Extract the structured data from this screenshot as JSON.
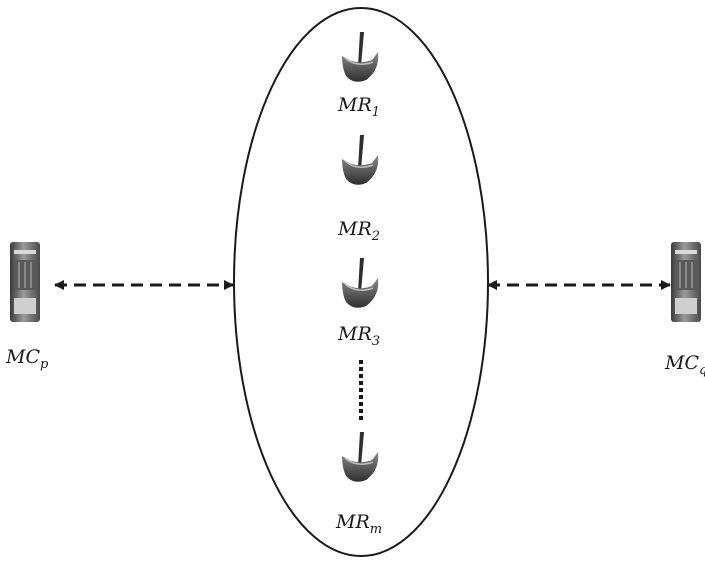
{
  "routers": [
    {
      "base": "MR",
      "sub": "1"
    },
    {
      "base": "MR",
      "sub": "2"
    },
    {
      "base": "MR",
      "sub": "3"
    },
    {
      "base": "MR",
      "sub": "m"
    }
  ],
  "clients": [
    {
      "base": "MC",
      "sub": "p"
    },
    {
      "base": "MC",
      "sub": "q"
    }
  ],
  "colors": {
    "ink": "#1a1a1a",
    "device_body": "#6a6a6a",
    "device_dark": "#2e2e2e",
    "device_light": "#bdbdbd"
  }
}
